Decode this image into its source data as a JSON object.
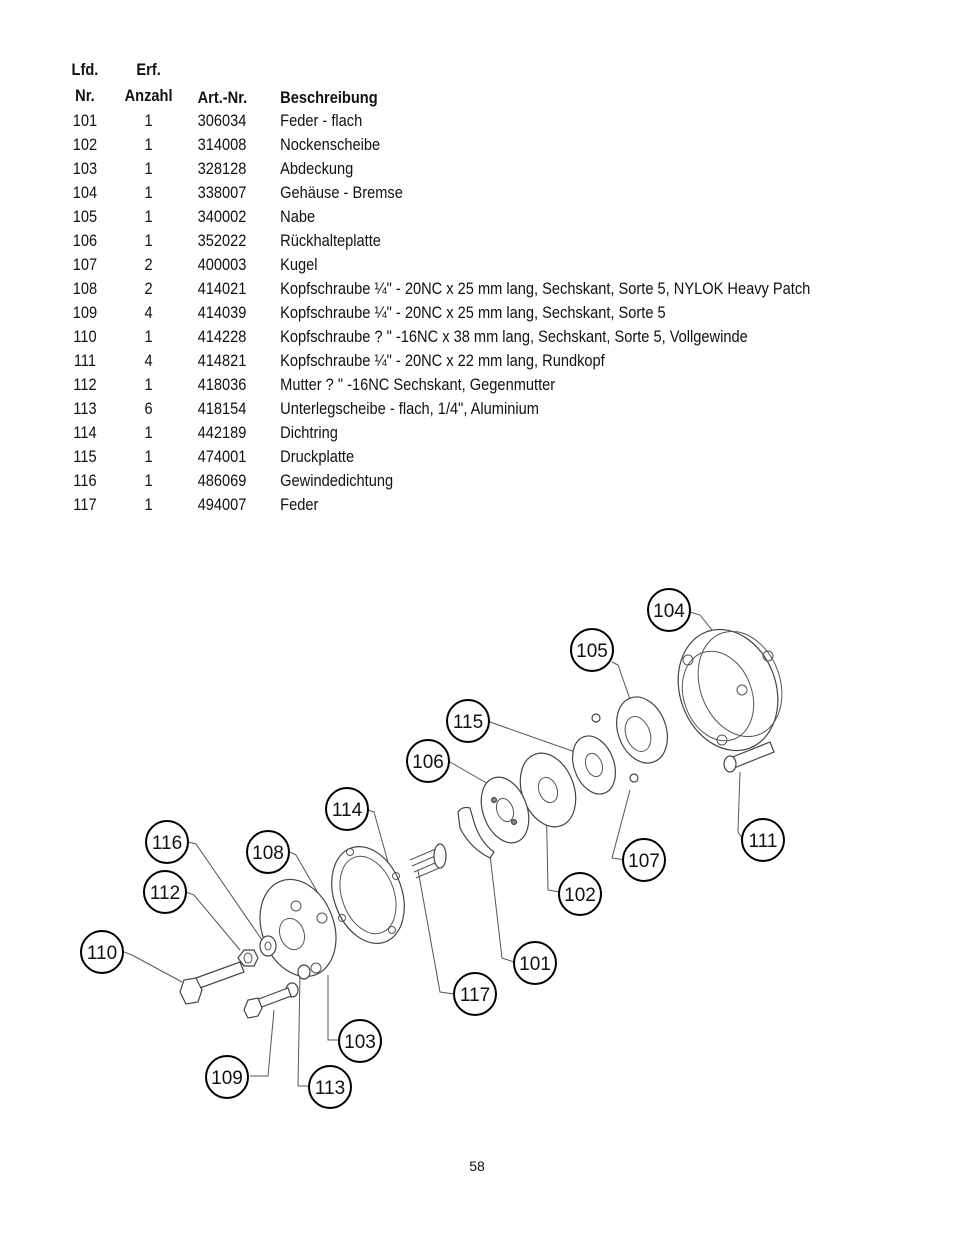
{
  "table": {
    "headers": {
      "nr_top": "Lfd.",
      "nr_bottom": "Nr.",
      "qty_top": "Erf.",
      "qty_bottom": "Anzahl",
      "art": "Art.-Nr.",
      "desc": "Beschreibung"
    },
    "rows": [
      {
        "nr": "101",
        "qty": "1",
        "art": "306034",
        "desc": "Feder - flach"
      },
      {
        "nr": "102",
        "qty": "1",
        "art": "314008",
        "desc": "Nockenscheibe"
      },
      {
        "nr": "103",
        "qty": "1",
        "art": "328128",
        "desc": "Abdeckung"
      },
      {
        "nr": "104",
        "qty": "1",
        "art": "338007",
        "desc": "Gehäuse - Bremse"
      },
      {
        "nr": "105",
        "qty": "1",
        "art": "340002",
        "desc": "Nabe"
      },
      {
        "nr": "106",
        "qty": "1",
        "art": "352022",
        "desc": "Rückhalteplatte"
      },
      {
        "nr": "107",
        "qty": "2",
        "art": "400003",
        "desc": "Kugel"
      },
      {
        "nr": "108",
        "qty": "2",
        "art": "414021",
        "desc": "Kopfschraube ¼\" - 20NC x 25 mm lang, Sechskant, Sorte 5, NYLOK Heavy Patch"
      },
      {
        "nr": "109",
        "qty": "4",
        "art": "414039",
        "desc": "Kopfschraube ¼\" - 20NC x 25 mm lang, Sechskant, Sorte 5"
      },
      {
        "nr": "110",
        "qty": "1",
        "art": "414228",
        "desc": "Kopfschraube ? \" -16NC x 38 mm lang, Sechskant, Sorte 5, Vollgewinde"
      },
      {
        "nr": "111",
        "qty": "4",
        "art": "414821",
        "desc": "Kopfschraube ¼\" - 20NC x 22 mm lang, Rundkopf"
      },
      {
        "nr": "112",
        "qty": "1",
        "art": "418036",
        "desc": "Mutter ? \" -16NC Sechskant, Gegenmutter"
      },
      {
        "nr": "113",
        "qty": "6",
        "art": "418154",
        "desc": "Unterlegscheibe - flach, 1/4\", Aluminium"
      },
      {
        "nr": "114",
        "qty": "1",
        "art": "442189",
        "desc": "Dichtring"
      },
      {
        "nr": "115",
        "qty": "1",
        "art": "474001",
        "desc": "Druckplatte"
      },
      {
        "nr": "116",
        "qty": "1",
        "art": "486069",
        "desc": "Gewindedichtung"
      },
      {
        "nr": "117",
        "qty": "1",
        "art": "494007",
        "desc": "Feder"
      }
    ]
  },
  "diagram": {
    "callouts": [
      "104",
      "105",
      "115",
      "106",
      "114",
      "116",
      "108",
      "112",
      "110",
      "111",
      "107",
      "102",
      "101",
      "117",
      "103",
      "109",
      "113"
    ]
  },
  "page_number": "58"
}
